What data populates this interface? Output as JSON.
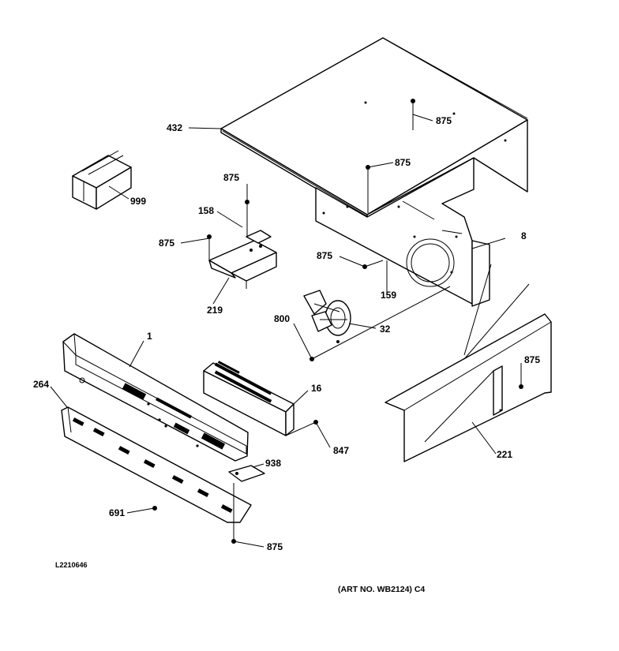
{
  "labels": {
    "l432": "432",
    "l875a": "875",
    "l875b": "875",
    "l875c": "875",
    "l875d": "875",
    "l875e": "875",
    "l875f": "875",
    "l875g": "875",
    "l999": "999",
    "l158": "158",
    "l219": "219",
    "l8": "8",
    "l159": "159",
    "l800": "800",
    "l32": "32",
    "l1": "1",
    "l264": "264",
    "l16": "16",
    "l847": "847",
    "l938": "938",
    "l221": "221",
    "l691": "691"
  },
  "footer": {
    "drawing_id": "L2210646",
    "art_no": "(ART NO. WB2124) C4"
  }
}
